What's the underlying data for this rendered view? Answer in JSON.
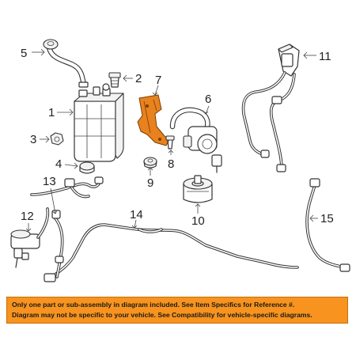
{
  "part_numbers": [
    "1",
    "2",
    "3",
    "4",
    "5",
    "6",
    "7",
    "8",
    "9",
    "10",
    "11",
    "12",
    "13",
    "14",
    "15"
  ],
  "notice": {
    "line1": "Only one part or sub-assembly in diagram included. See Item Specifics for Reference #.",
    "line2": "Diagram may not be specific to your vehicle. See Compatibility for vehicle-specific diagrams."
  },
  "colors": {
    "highlight": "#e8821e",
    "banner": "#f7931e",
    "ink": "#333333"
  }
}
